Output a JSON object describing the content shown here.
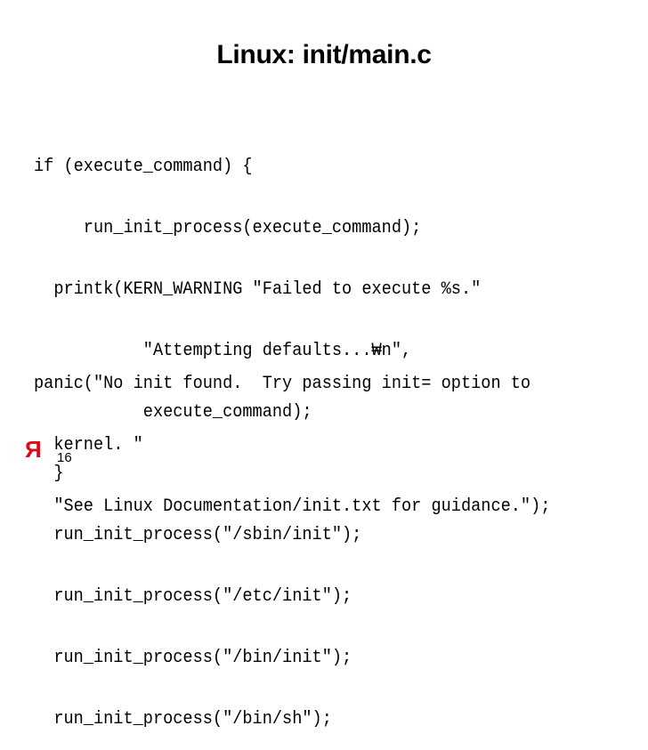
{
  "slide": {
    "title": "Linux: init/main.c",
    "code_lines": [
      "if (execute_command) {",
      "     run_init_process(execute_command);",
      "  printk(KERN_WARNING \"Failed to execute %s.\"",
      "           \"Attempting defaults...₩n\",",
      "           execute_command);",
      "  }",
      "  run_init_process(\"/sbin/init\");",
      "  run_init_process(\"/etc/init\");",
      "  run_init_process(\"/bin/init\");",
      "  run_init_process(\"/bin/sh\");"
    ],
    "panic_lines": [
      "panic(\"No init found.  Try passing init= option to",
      "  kernel. \"",
      "  \"See Linux Documentation/init.txt for guidance.\");"
    ],
    "logo_letter": "Я",
    "page_number": "16"
  },
  "colors": {
    "background": "#ffffff",
    "text": "#000000",
    "logo": "#e30613"
  }
}
